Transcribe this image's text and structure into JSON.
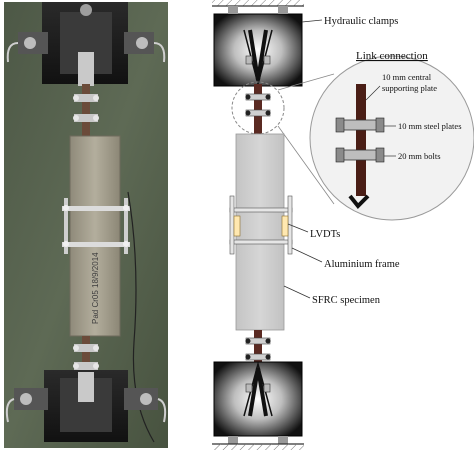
{
  "figure": {
    "photo_marking_text": "Pad Cr05 18/9/2014",
    "labels": {
      "hydraulic_clamps": "Hydraulic clamps",
      "link_connection_title": "Link connection",
      "central_plate_line1": "10 mm central",
      "central_plate_line2": "supporting plate",
      "steel_plates": "10 mm steel plates",
      "bolts": "20 mm bolts",
      "lvdts": "LVDTs",
      "aluminium_frame": "Aluminium frame",
      "specimen": "SFRC specimen"
    }
  }
}
